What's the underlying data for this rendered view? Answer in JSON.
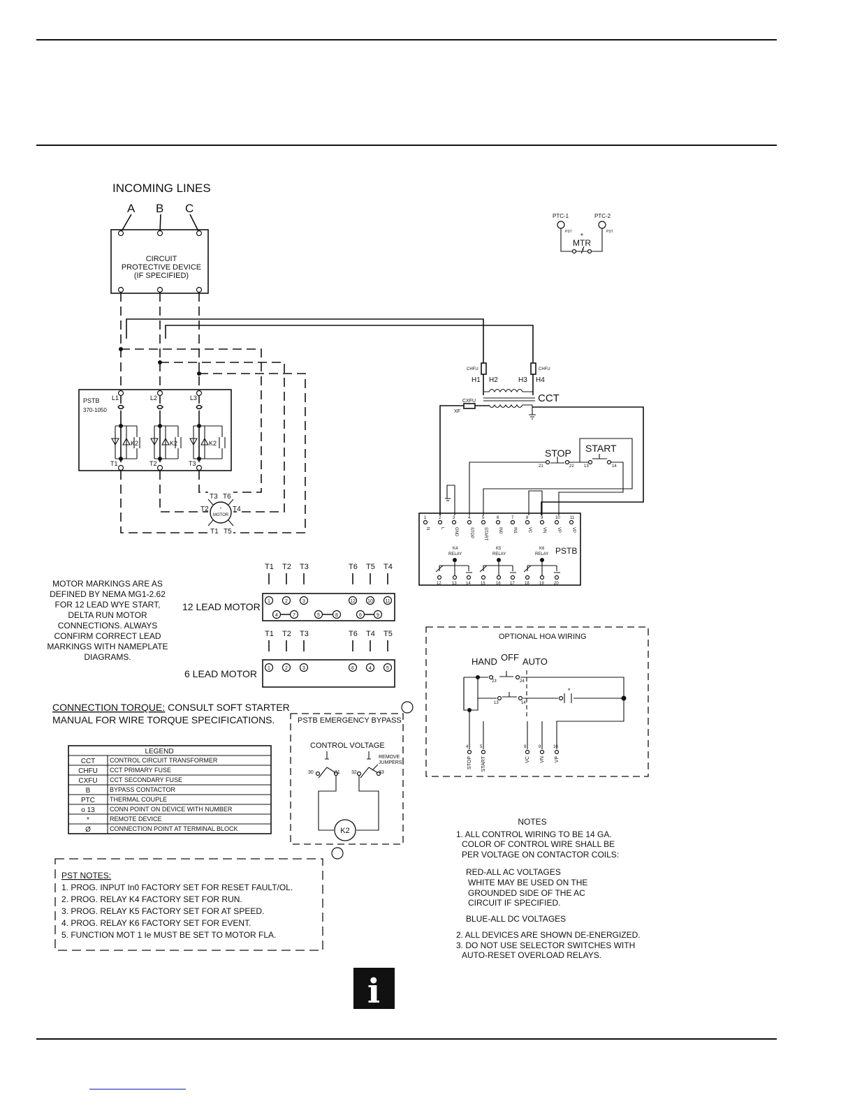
{
  "incoming": {
    "title": "INCOMING LINES",
    "phases": [
      "A",
      "B",
      "C"
    ]
  },
  "cpd": {
    "l1": "CIRCUIT",
    "l2": "PROTECTIVE DEVICE",
    "l3": "(IF SPECIFIED)"
  },
  "pstb_left": {
    "name": "PSTB",
    "model": "370-1050",
    "lines": [
      "L1",
      "L2",
      "L3"
    ],
    "loads": [
      "T1",
      "T2",
      "T3"
    ],
    "k2": "K2"
  },
  "motor": {
    "star": "*",
    "label": "MOTOR",
    "leads": [
      "T3",
      "T6",
      "T2",
      "T4",
      "T1",
      "T5"
    ]
  },
  "ptc": {
    "p1": "PTC-1",
    "p2": "PTC-2",
    "pst": "PST",
    "star": "*",
    "mtr": "MTR"
  },
  "cct": {
    "chfu": "CHFU",
    "h1": "H1",
    "h2": "H2",
    "h3": "H3",
    "h4": "H4",
    "label": "CCT",
    "cxfu": "CXFU",
    "xf": "XF"
  },
  "stopstart": {
    "stop": "STOP",
    "start": "START",
    "n21": "21",
    "n22": "22",
    "n13": "13",
    "n14": "14"
  },
  "pstb_right": {
    "name": "PSTB",
    "nums": [
      "1",
      "2",
      "3",
      "4",
      "5",
      "6",
      "7",
      "8",
      "9",
      "10",
      "11"
    ],
    "labels": [
      "N",
      "L",
      "GND",
      "STOP",
      "START",
      "IN0",
      "IN1",
      "VC",
      "VN",
      "VP",
      "VP"
    ],
    "relays": [
      {
        "name": "K4",
        "sub": "RELAY"
      },
      {
        "name": "K5",
        "sub": "RELAY"
      },
      {
        "name": "K6",
        "sub": "RELAY"
      }
    ],
    "bottom": [
      "12",
      "13",
      "14",
      "15",
      "16",
      "17",
      "18",
      "19",
      "20"
    ]
  },
  "leads12": {
    "title": "12 LEAD MOTOR",
    "top": [
      "T1",
      "T2",
      "T3",
      "T6",
      "T5",
      "T4"
    ],
    "row1": [
      "1",
      "2",
      "3",
      "12",
      "10",
      "11"
    ],
    "row2": [
      "4",
      "7",
      "5",
      "8",
      "6",
      "9"
    ]
  },
  "leads6": {
    "title": "6 LEAD MOTOR",
    "top": [
      "T1",
      "T2",
      "T3",
      "T6",
      "T4",
      "T5"
    ],
    "row1": [
      "1",
      "2",
      "3",
      "6",
      "4",
      "5"
    ]
  },
  "markings": [
    "MOTOR MARKINGS ARE AS",
    "DEFINED BY NEMA MG1-2.62",
    "FOR 12 LEAD WYE START,",
    "DELTA RUN MOTOR",
    "CONNECTIONS. ALWAYS",
    "CONFIRM CORRECT LEAD",
    "MARKINGS WITH NAMEPLATE",
    "DIAGRAMS."
  ],
  "torque": {
    "l1a": "CONNECTION TORQUE:",
    "l1b": " CONSULT SOFT STARTER",
    "l2": "MANUAL FOR WIRE TORQUE SPECIFICATIONS."
  },
  "legend": {
    "title": "LEGEND",
    "rows": [
      {
        "sym": "CCT",
        "desc": "CONTROL CIRCUIT TRANSFORMER"
      },
      {
        "sym": "CHFU",
        "desc": "CCT PRIMARY FUSE"
      },
      {
        "sym": "CXFU",
        "desc": "CCT SECONDARY FUSE"
      },
      {
        "sym": "B",
        "desc": "BYPASS CONTACTOR"
      },
      {
        "sym": "PTC",
        "desc": "THERMAL COUPLE"
      },
      {
        "sym": "o 13",
        "desc": "CONN POINT ON DEVICE WITH NUMBER"
      },
      {
        "sym": "*",
        "desc": "REMOTE DEVICE"
      },
      {
        "sym": "Ø",
        "desc": "CONNECTION POINT AT TERMINAL BLOCK"
      }
    ]
  },
  "bypass": {
    "title": "PSTB EMERGENCY BYPASS",
    "cv": "CONTROL VOLTAGE",
    "rj1": "REMOVE",
    "rj2": "JUMPERS",
    "n30": "30",
    "n31": "31",
    "n32": "32",
    "n33": "33",
    "k2": "K2"
  },
  "hoa": {
    "title": "OPTIONAL HOA WIRING",
    "hand": "HAND",
    "off": "OFF",
    "auto": "AUTO",
    "n23": "23",
    "n24": "24",
    "n13": "13",
    "n14": "14",
    "star": "*",
    "terms": [
      {
        "n": "4",
        "l": "STOP"
      },
      {
        "n": "5",
        "l": "START"
      },
      {
        "n": "8",
        "l": "VC"
      },
      {
        "n": "9",
        "l": "VN"
      },
      {
        "n": "10",
        "l": "VP"
      }
    ]
  },
  "pst_notes": {
    "title": "PST NOTES:",
    "items": [
      "1. PROG. INPUT In0 FACTORY SET FOR RESET FAULT/OL.",
      "2. PROG. RELAY K4 FACTORY SET FOR RUN.",
      "3. PROG. RELAY K5 FACTORY SET FOR AT SPEED.",
      "4. PROG. RELAY K6 FACTORY SET FOR EVENT.",
      "5. FUNCTION MOT 1 Ie MUST BE SET TO MOTOR FLA."
    ]
  },
  "notes": {
    "title": "NOTES",
    "lines": [
      "1. ALL CONTROL WIRING TO BE 14 GA.",
      "COLOR OF CONTROL WIRE SHALL BE",
      "PER VOLTAGE ON CONTACTOR COILS:",
      "RED-ALL AC VOLTAGES",
      "WHITE MAY BE USED ON THE",
      "GROUNDED SIDE OF THE AC",
      "CIRCUIT IF SPECIFIED.",
      "BLUE-ALL DC VOLTAGES",
      "2. ALL DEVICES ARE SHOWN DE-ENERGIZED.",
      "3. DO NOT USE SELECTOR SWITCHES WITH",
      "AUTO-RESET OVERLOAD RELAYS."
    ]
  },
  "info_glyph": "i"
}
